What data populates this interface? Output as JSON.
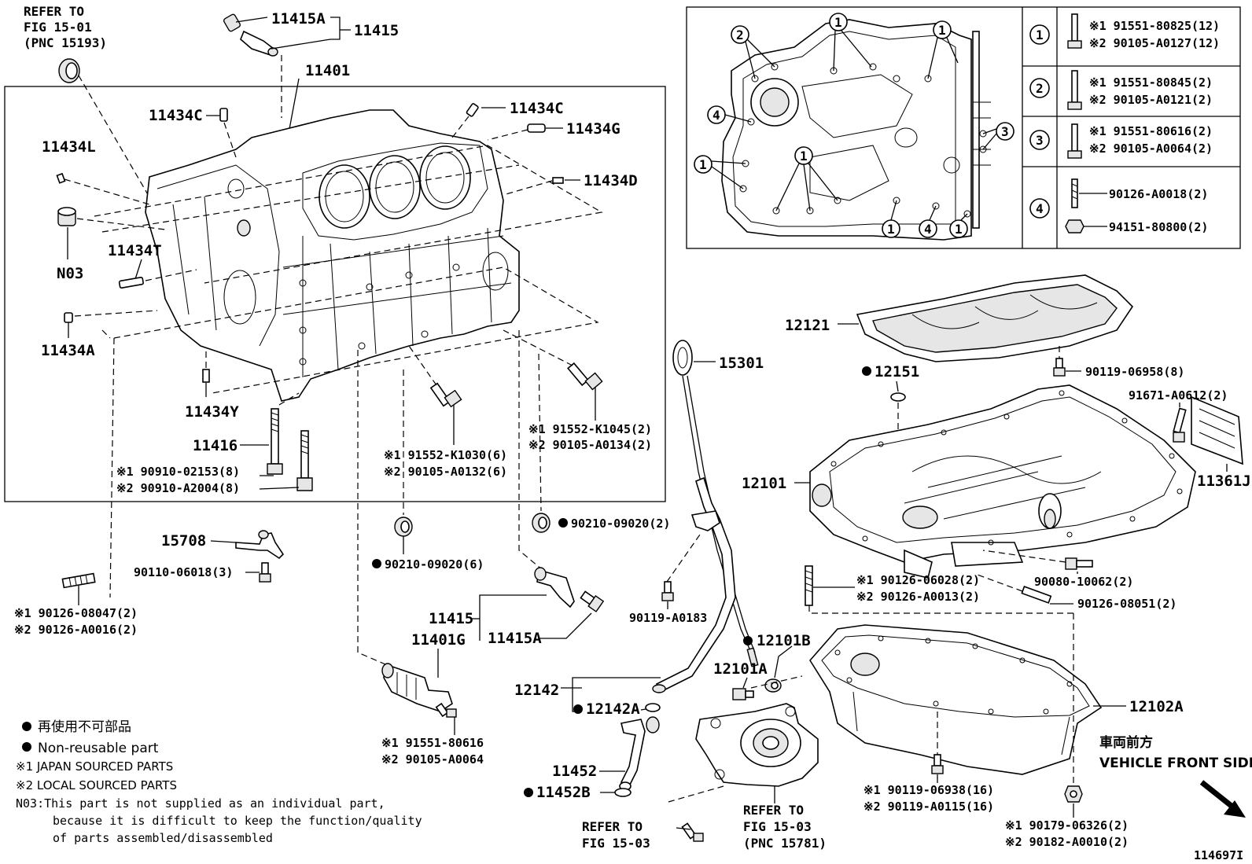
{
  "refs": {
    "top_left": [
      "REFER TO",
      "FIG 15-01",
      "(PNC 15193)"
    ],
    "bottom_middle": [
      "REFER TO",
      "FIG 15-03"
    ],
    "bottom_right": [
      "REFER TO",
      "FIG 15-03",
      "(PNC 15781)"
    ]
  },
  "labels": {
    "p11415A_top": "11415A",
    "p11415_top": "11415",
    "p11401": "11401",
    "p11434C_left": "11434C",
    "p11434C_right": "11434C",
    "p11434G": "11434G",
    "p11434L": "11434L",
    "p11434D": "11434D",
    "pN03": "N03",
    "p11434T": "11434T",
    "p11434A": "11434A",
    "p11434Y": "11434Y",
    "p11416": "11416",
    "b_90910_1": "※1 90910-02153(8)",
    "b_90910_2": "※2 90910-A2004(8)",
    "b_91552_k1030": "※1 91552-K1030(6)",
    "b_90105_a0132": "※2 90105-A0132(6)",
    "b_91552_k1045": "※1 91552-K1045(2)",
    "b_90105_a0134": "※2 90105-A0134(2)",
    "p15708": "15708",
    "b_90110": "90110-06018(3)",
    "b_90126_08047": "※1 90126-08047(2)",
    "b_90126_a0016": "※2 90126-A0016(2)",
    "g_90210_6": "90210-09020(6)",
    "g_90210_2": "90210-09020(2)",
    "p11415_low": "11415",
    "p11415A_low": "11415A",
    "p11401G": "11401G",
    "b_91551_80616": "※1 91551-80616",
    "b_90105_a0064": "※2 90105-A0064",
    "p15301": "15301",
    "b_90119_a0183": "90119-A0183",
    "p12142": "12142",
    "p12142A": "12142A",
    "p11452": "11452",
    "p11452B": "11452B",
    "p12121": "12121",
    "p12151": "12151",
    "b_90119_06958": "90119-06958(8)",
    "b_91671": "91671-A0612(2)",
    "p12101": "12101",
    "p11361J": "11361J",
    "b_90126_06028": "※1 90126-06028(2)",
    "b_90126_a0013": "※2 90126-A0013(2)",
    "b_90080": "90080-10062(2)",
    "b_90126_08051": "90126-08051(2)",
    "p12101B": "12101B",
    "p12101A": "12101A",
    "p12102A": "12102A",
    "b_90119_06938": "※1 90119-06938(16)",
    "b_90119_a0115": "※2 90119-A0115(16)",
    "b_90179": "※1 90179-06326(2)",
    "b_90182": "※2 90182-A0010(2)",
    "front_jp": "車両前方",
    "front_en": "VEHICLE FRONT SIDE",
    "fig_id": "114697I"
  },
  "bolt_table": [
    {
      "num": "1",
      "lines": [
        "※1 91551-80825(12)",
        "※2 90105-A0127(12)"
      ]
    },
    {
      "num": "2",
      "lines": [
        "※1 91551-80845(2)",
        "※2 90105-A0121(2)"
      ]
    },
    {
      "num": "3",
      "lines": [
        "※1 91551-80616(2)",
        "※2 90105-A0064(2)"
      ]
    },
    {
      "num": "4",
      "lines": [
        "90126-A0018(2)",
        "94151-80800(2)"
      ]
    }
  ],
  "legend": {
    "jp": "再使用不可部品",
    "en": "Non-reusable part",
    "note1": "※1 JAPAN SOURCED PARTS",
    "note2": "※2 LOCAL SOURCED PARTS",
    "n03_lines": [
      "N03:This part is not supplied as an individual part,",
      "because it is difficult to keep the function/quality",
      "of parts assembled/disassembled"
    ]
  },
  "colors": {
    "ink": "#000000",
    "paper": "#ffffff",
    "shade": "#e6e6e6"
  }
}
